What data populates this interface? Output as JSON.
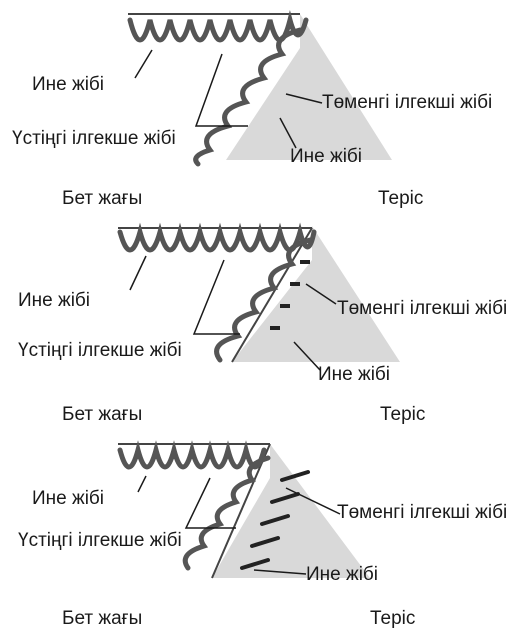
{
  "diagrams": [
    {
      "needle_thread_left": "Ине жібі",
      "upper_looper_thread": "Үстіңгі ілгекше жібі",
      "lower_looper_thread": "Төменгі ілгекші жібі",
      "needle_thread_right": "Ине жібі",
      "face_side": "Бет жағы",
      "back_side": "Теріс"
    },
    {
      "needle_thread_left": "Ине жібі",
      "upper_looper_thread": "Үстіңгі ілгекше жібі",
      "lower_looper_thread": "Төменгі ілгекші жібі",
      "needle_thread_right": "Ине жібі",
      "face_side": "Бет жағы",
      "back_side": "Теріс"
    },
    {
      "needle_thread_left": "Ине жібі",
      "upper_looper_thread": "Үстіңгі ілгекше жібі",
      "lower_looper_thread": "Төменгі ілгекші жібі",
      "needle_thread_right": "Ине жібі",
      "face_side": "Бет жағы",
      "back_side": "Теріс"
    }
  ],
  "colors": {
    "fabric": "#d9d9d9",
    "stitch": "#555555",
    "line": "#1a1a1a"
  }
}
